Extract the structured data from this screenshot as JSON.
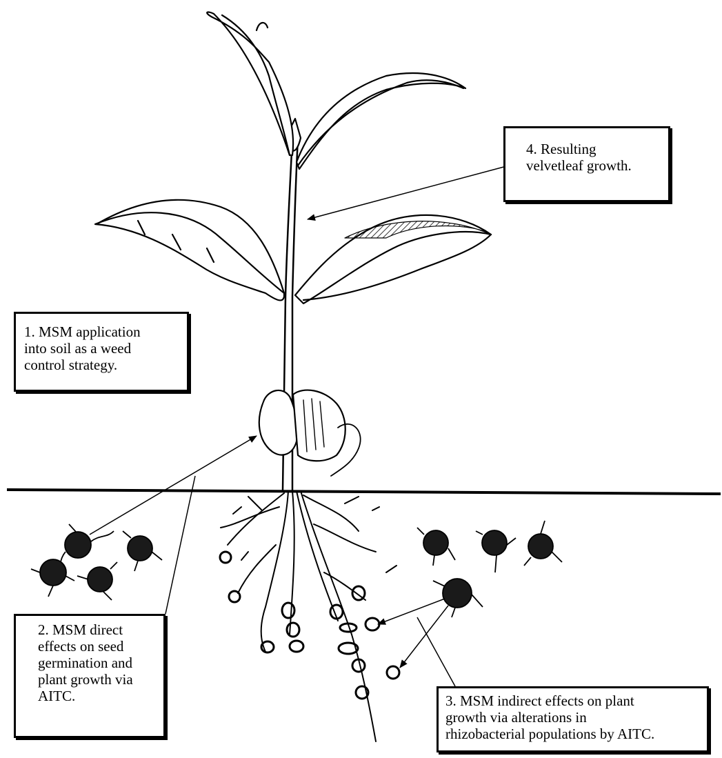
{
  "diagram": {
    "labels": {
      "step1": "1. MSM application\ninto soil as a weed\ncontrol strategy.",
      "step2": "2. MSM direct\neffects on seed\ngermination and\nplant growth via\nAITC.",
      "step3": "3. MSM indirect effects on plant\ngrowth via alterations in\nrhizobacterial populations by AITC.",
      "step4": "4. Resulting\nvelvetleaf growth."
    },
    "colors": {
      "ink": "#000000",
      "background": "#ffffff",
      "particle": "#1a1a1a"
    },
    "elements": {
      "plant": "velvetleaf-seedling",
      "soil_line": "soil-surface",
      "particles": "msm-particles",
      "bacteria": "rhizobacteria"
    }
  }
}
